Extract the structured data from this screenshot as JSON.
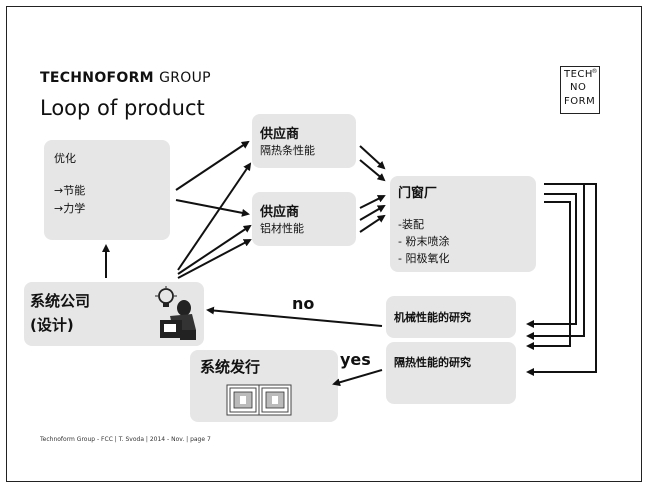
{
  "header": {
    "brand_bold": "TECHNOFORM",
    "brand_light": "GROUP",
    "slide_title": "Loop of product",
    "logo_lines": [
      "TECH",
      "NO",
      "FORM"
    ]
  },
  "nodes": {
    "optimize": {
      "title": "优化",
      "items": [
        "→节能",
        "→力学"
      ]
    },
    "supplier1": {
      "title": "供应商",
      "subtitle": "隔热条性能"
    },
    "supplier2": {
      "title": "供应商",
      "subtitle": "铝材性能"
    },
    "fabricator": {
      "title": "门窗厂",
      "items": [
        "-装配",
        "- 粉末喷涂",
        "- 阳极氧化"
      ]
    },
    "system_company": {
      "line1": "系统公司",
      "line2": "(设计)"
    },
    "mech_research": {
      "label": "机械性能的研究"
    },
    "thermal_research": {
      "label": "隔热性能的研究"
    },
    "system_release": {
      "label": "系统发行"
    }
  },
  "edge_labels": {
    "no": "no",
    "yes": "yes"
  },
  "footer": {
    "text": "Technoform Group - FCC | T. Svoda | 2014  -  Nov. | page 7"
  }
}
